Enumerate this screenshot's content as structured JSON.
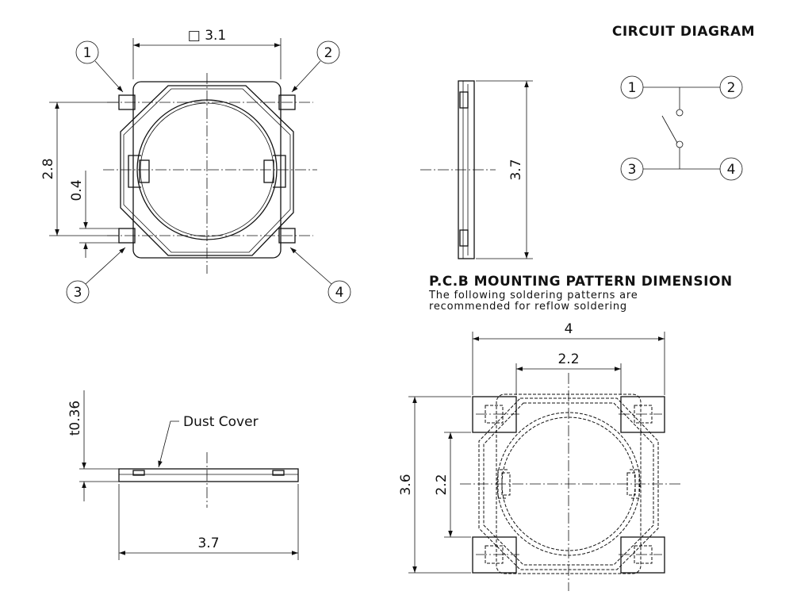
{
  "circuit": {
    "title": "CIRCUIT DIAGRAM",
    "terminals": [
      "1",
      "2",
      "3",
      "4"
    ]
  },
  "top_view": {
    "dim_width": "□ 3.1",
    "dim_pitch": "2.8",
    "dim_lead": "0.4",
    "callouts": [
      "1",
      "2",
      "3",
      "4"
    ]
  },
  "side_view": {
    "dim_length": "3.7"
  },
  "front_view": {
    "dim_thickness": "t0.36",
    "dust_cover_label": "Dust Cover",
    "dim_length": "3.7"
  },
  "pcb": {
    "title": "P.C.B MOUNTING PATTERN DIMENSION",
    "note_line1": "The following soldering patterns are",
    "note_line2": "recommended for reflow soldering",
    "dim_outer_width": "4",
    "dim_inner_width": "2.2",
    "dim_outer_height": "3.6",
    "dim_inner_height": "2.2"
  }
}
